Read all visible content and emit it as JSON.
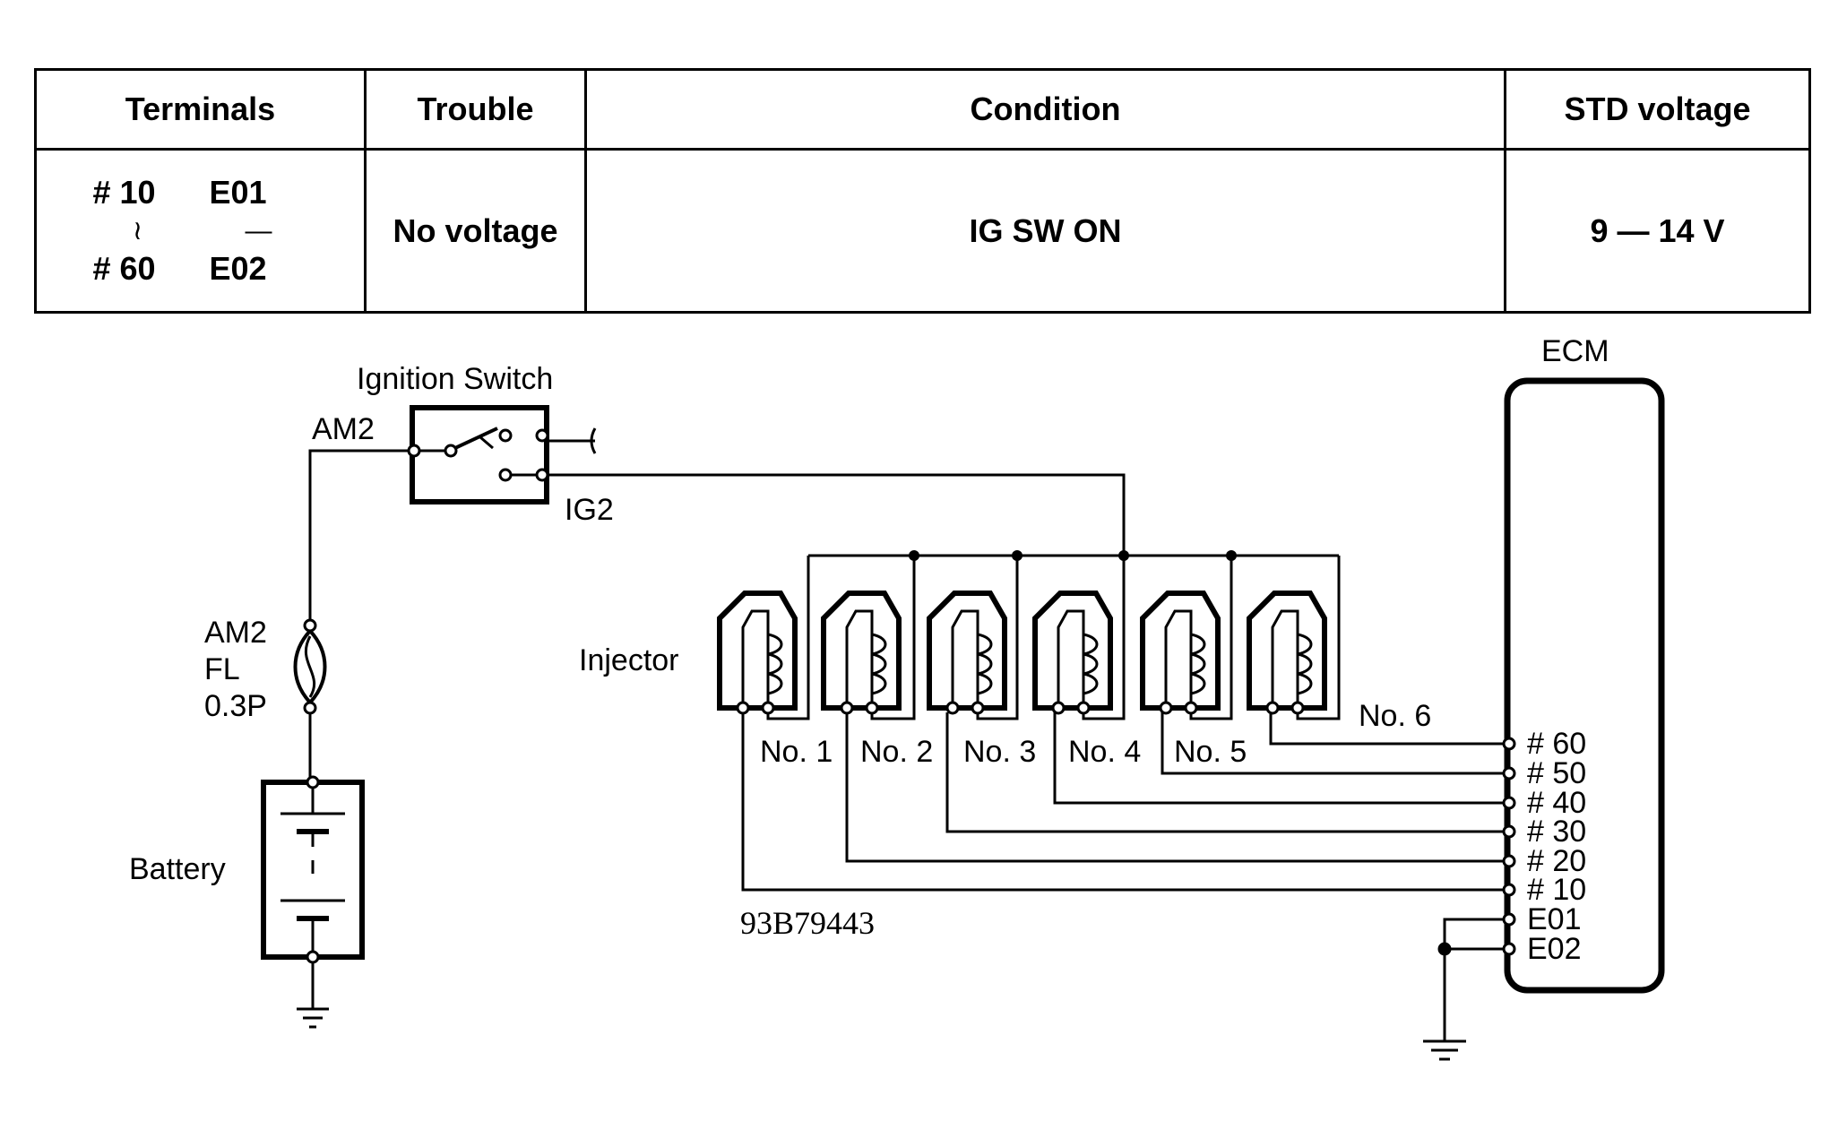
{
  "table": {
    "headers": {
      "terminals": "Terminals",
      "trouble": "Trouble",
      "condition": "Condition",
      "std_voltage": "STD voltage"
    },
    "row": {
      "terminals": {
        "top_left": "# 10",
        "top_right": "E01",
        "mid_left": "≀",
        "mid_right": "—",
        "bottom_left": "# 60",
        "bottom_right": "E02"
      },
      "trouble": "No voltage",
      "condition": "IG SW ON",
      "std_voltage": "9 — 14 V"
    }
  },
  "diagram": {
    "ignition_switch": "Ignition Switch",
    "am2": "AM2",
    "ig2": "IG2",
    "fuse": {
      "line1": "AM2",
      "line2": "FL",
      "line3": "0.3P"
    },
    "battery": "Battery",
    "injector": "Injector",
    "injectors": [
      "No. 1",
      "No. 2",
      "No. 3",
      "No. 4",
      "No. 5",
      "No. 6"
    ],
    "ecm": "ECM",
    "ecm_terminals": [
      "# 60",
      "# 50",
      "# 40",
      "# 30",
      "# 20",
      "# 10",
      "E01",
      "E02"
    ],
    "figure_ref": "93B79443"
  }
}
